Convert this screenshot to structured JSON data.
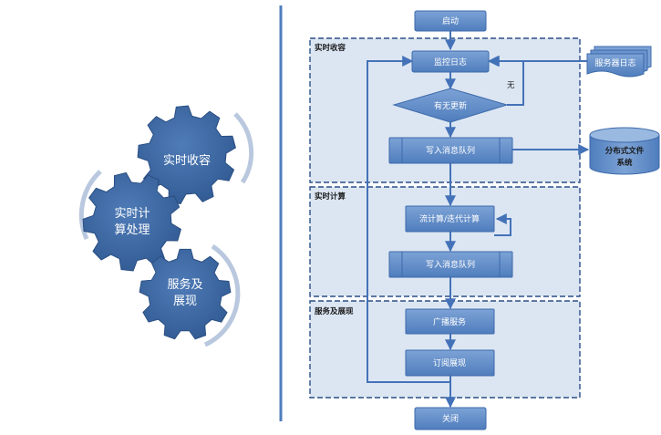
{
  "gears": {
    "realtime_collect": "实时收容",
    "realtime_compute_line1": "实时计",
    "realtime_compute_line2": "算处理",
    "service_line1": "服务及",
    "service_line2": "展现"
  },
  "sections": {
    "collect": "实时收容",
    "compute": "实时计算",
    "service": "服务及展现"
  },
  "nodes": {
    "start": "启动",
    "monitor_log": "监控日志",
    "has_update": "有无更新",
    "no_label": "无",
    "write_queue_1": "写入消息队列",
    "stream_compute": "流计算/迭代计算",
    "write_queue_2": "写入消息队列",
    "broadcast": "广播服务",
    "subscribe_display": "订阅展现",
    "close": "关闭",
    "server_log": "服务器日志",
    "dfs_line1": "分布式文件",
    "dfs_line2": "系统"
  },
  "colors": {
    "box_fill": "#5b87c4",
    "box_border": "#3d6aab",
    "section_fill": "#dce6f3",
    "section_border": "#2c4f86",
    "gear_fill": "#3a659e",
    "line": "#4472b8"
  }
}
